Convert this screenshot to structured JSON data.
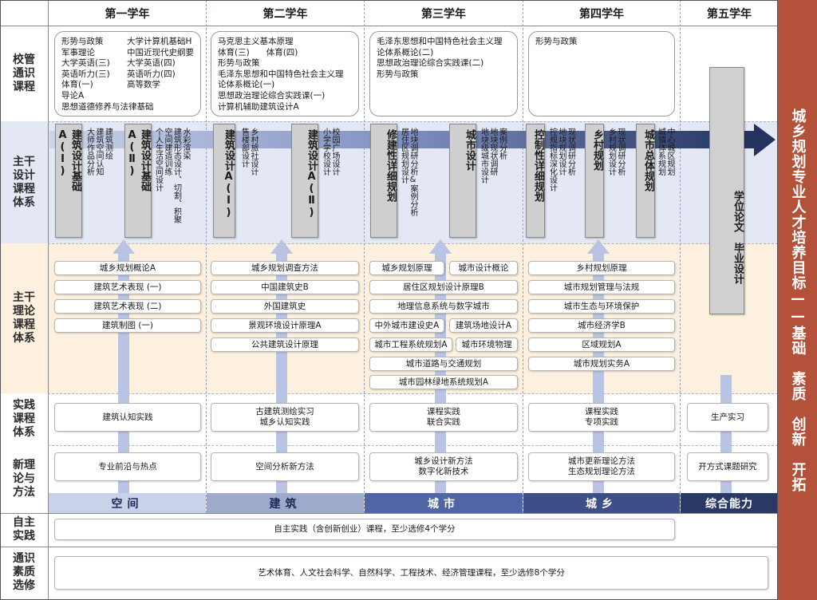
{
  "years": [
    "第一学年",
    "第二学年",
    "第三学年",
    "第四学年",
    "第五学年"
  ],
  "row_labels": {
    "general": "校管\n通识\n课程",
    "design": "主干\n设计\n课程\n体系",
    "theory": "主干\n理论\n课程\n体系",
    "practice": "实践\n课程\n体系",
    "method": "新理\n论与\n方法",
    "autonomy": "自主\n实践",
    "literacy": "通识\n素质\n选修"
  },
  "general_courses": {
    "y1_col1": [
      "形势与政策",
      "军事理论",
      "大学英语(三)",
      "英语听力(三)",
      "体育(一)",
      "导论A",
      "思想道德修养与法律基础"
    ],
    "y1_col2": [
      "大学计算机基础H",
      "中国近现代史纲要",
      "大学英语(四)",
      "英语听力(四)",
      "高等数学"
    ],
    "y2": [
      "马克思主义基本原理",
      "体育(三)　　体育(四)",
      "形势与政策",
      "毛泽东思想和中国特色社会主义理",
      "论体系概论(一)",
      "思想政治理论综合实践课(一)",
      "计算机辅助建筑设计A"
    ],
    "y3": [
      "毛泽东思想和中国特色社会主义理",
      "论体系概论(二)",
      "思想政治理论综合实践课(二)",
      "形势与政策"
    ],
    "y4": [
      "形势与政策"
    ]
  },
  "design_courses": [
    {
      "title": "建筑设计基础A(Ⅰ)",
      "topics": "建筑测绘\n建筑空间认知\n大师作品分析"
    },
    {
      "title": "建筑设计基础A(Ⅱ)",
      "topics": "水彩渲染\n建筑形态设计、切割、积聚\n空间建造训练\n个人生活空间设计"
    },
    {
      "title": "建筑设计A(Ⅰ)",
      "topics": "乡村旅社设计\n售楼部设计"
    },
    {
      "title": "建筑设计A(Ⅱ)",
      "topics": "校园广场设计\n小学学校设计"
    },
    {
      "title": "修建性详细规划",
      "topics": "地块调研分析&案例分析\n居住区规划设计"
    },
    {
      "title": "城市设计",
      "topics": "案例分析\n地块现状调研\n地块级城市设计"
    },
    {
      "title": "控制性详细规划",
      "topics": "现状调研分析\n地块规划设计\n控规指标深化设计"
    },
    {
      "title": "乡村规划",
      "topics": "现状调研分析\n乡村规划设计"
    },
    {
      "title": "城市总体规划",
      "topics": "中心城区规划\n城镇体系规划"
    },
    {
      "title": "学位论文　毕业设计",
      "topics": ""
    }
  ],
  "theory_courses": {
    "y1": [
      "城乡规划概论A",
      "建筑艺术表现 (一)",
      "建筑艺术表现 (二)",
      "建筑制图 (一)"
    ],
    "y2": [
      "城乡规划调查方法",
      "中国建筑史B",
      "外国建筑史",
      "景观环境设计原理A",
      "公共建筑设计原理"
    ],
    "y3": [
      "城乡规划原理",
      "城市设计概论",
      "居住区规划设计原理B",
      "地理信息系统与数字城市",
      "中外城市建设史A",
      "建筑场地设计A",
      "城市工程系统规划A",
      "城市环境物理",
      "城市道路与交通规划",
      "城市园林绿地系统规划A"
    ],
    "y4": [
      "乡村规划原理",
      "城市规划管理与法规",
      "城市生态与环境保护",
      "城市经济学B",
      "区域规划A",
      "城市规划实务A"
    ]
  },
  "practice": [
    "建筑认知实践",
    "古建筑测绘实习\n城乡认知实践",
    "课程实践\n联合实践",
    "课程实践\n专项实践",
    "生产实习"
  ],
  "methods": [
    "专业前沿与热点",
    "空间分析新方法",
    "城乡设计新方法\n数字化新技术",
    "城市更新理论方法\n生态规划理论方法",
    "开方式课题研究"
  ],
  "stages": [
    "空间",
    "建筑",
    "城市",
    "城乡",
    "综合能力"
  ],
  "autonomy_text": "自主实践（含创新创业）课程，至少选修4个学分",
  "literacy_text": "艺术体育、人文社会科学、自然科学、工程技术、经济管理课程，至少选修8个学分",
  "side_title": "城乡规划专业人才培养目标——基础　素质　创新　开拓",
  "colors": {
    "side": "#b4513a",
    "stage1": "#c9d2e8",
    "stage2": "#9ea9cc",
    "stage3": "#5066a4",
    "stage4": "#3e4e86",
    "stage5": "#2a3866",
    "arrow": "#23335e"
  }
}
